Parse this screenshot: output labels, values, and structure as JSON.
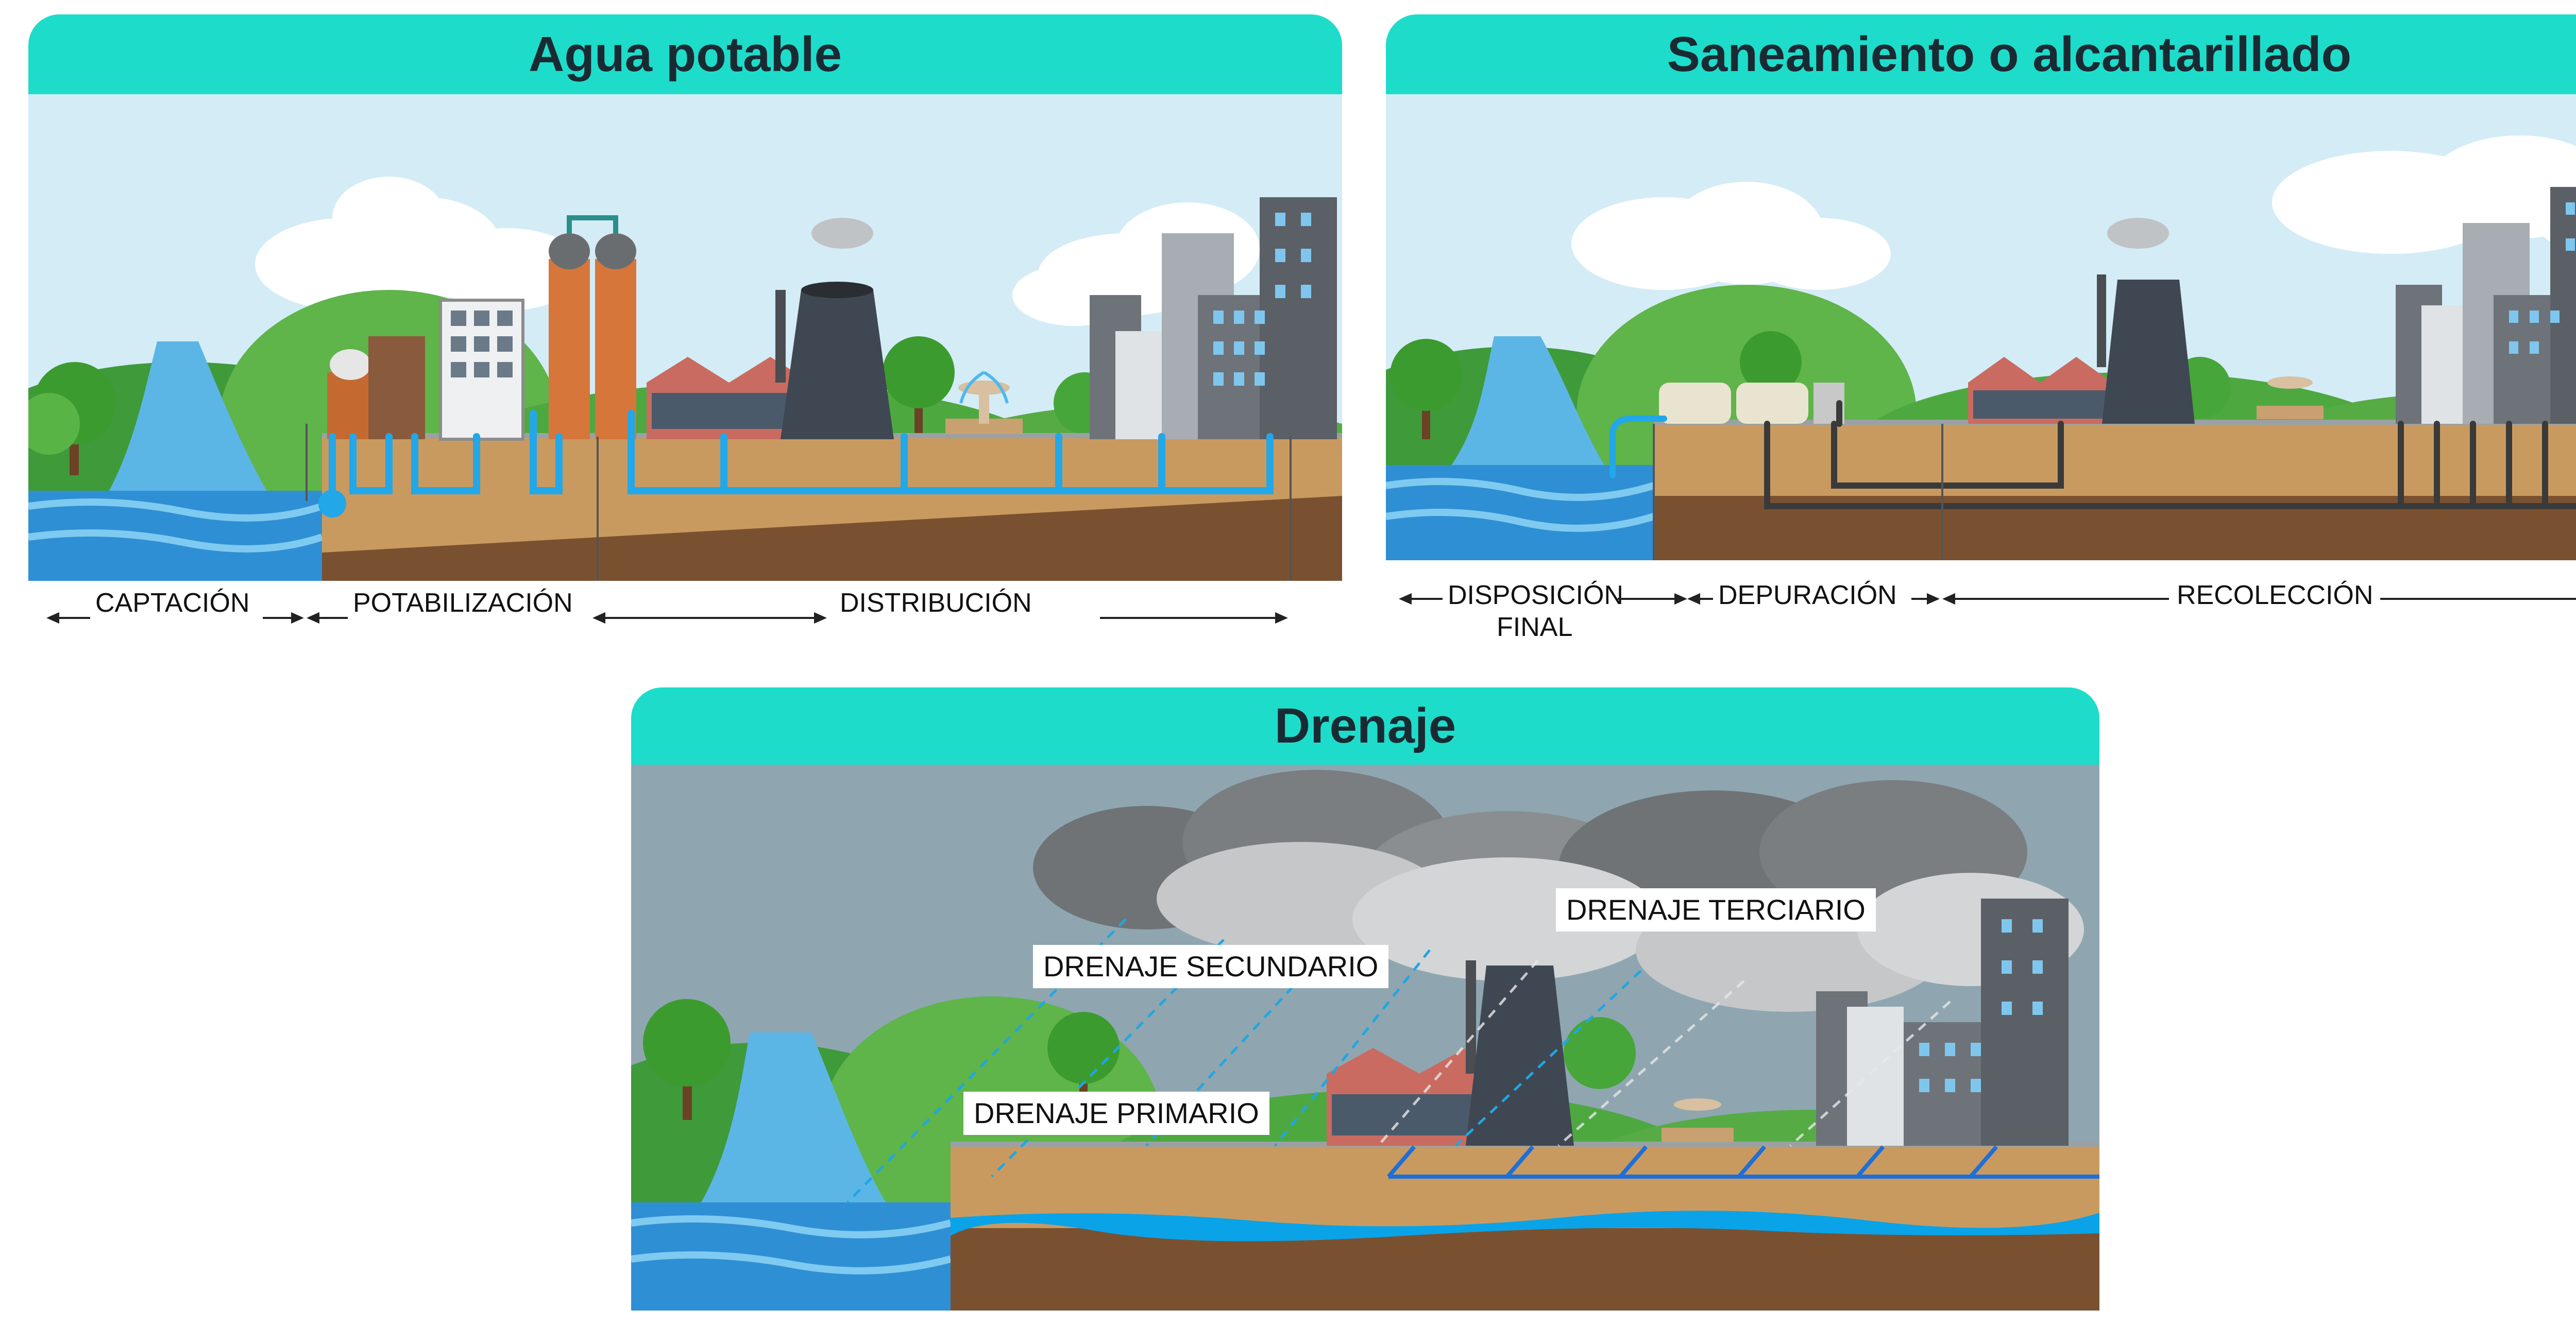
{
  "panels": {
    "agua": {
      "title": "Agua potable",
      "stages": [
        "CAPTACIÓN",
        "POTABILIZACIÓN",
        "DISTRIBUCIÓN"
      ]
    },
    "saneamiento": {
      "title": "Saneamiento o alcantarillado",
      "stages": [
        "DISPOSICIÓN",
        "FINAL",
        "DEPURACIÓN",
        "RECOLECCIÓN"
      ]
    },
    "drenaje": {
      "title": "Drenaje",
      "labels": [
        "DRENAJE PRIMARIO",
        "DRENAJE SECUNDARIO",
        "DRENAJE TERCIARIO"
      ]
    }
  },
  "colors": {
    "header": "#1edcca",
    "sky": "#d4ecf6",
    "storm_sky": "#8fa6b0",
    "soil": "#c99a5f",
    "deep_soil": "#7a5130",
    "water": "#1a9ee0",
    "pipe": "#22a7e8",
    "sewer_pipe": "#3a3a3a",
    "grass": "#4caf3a"
  }
}
